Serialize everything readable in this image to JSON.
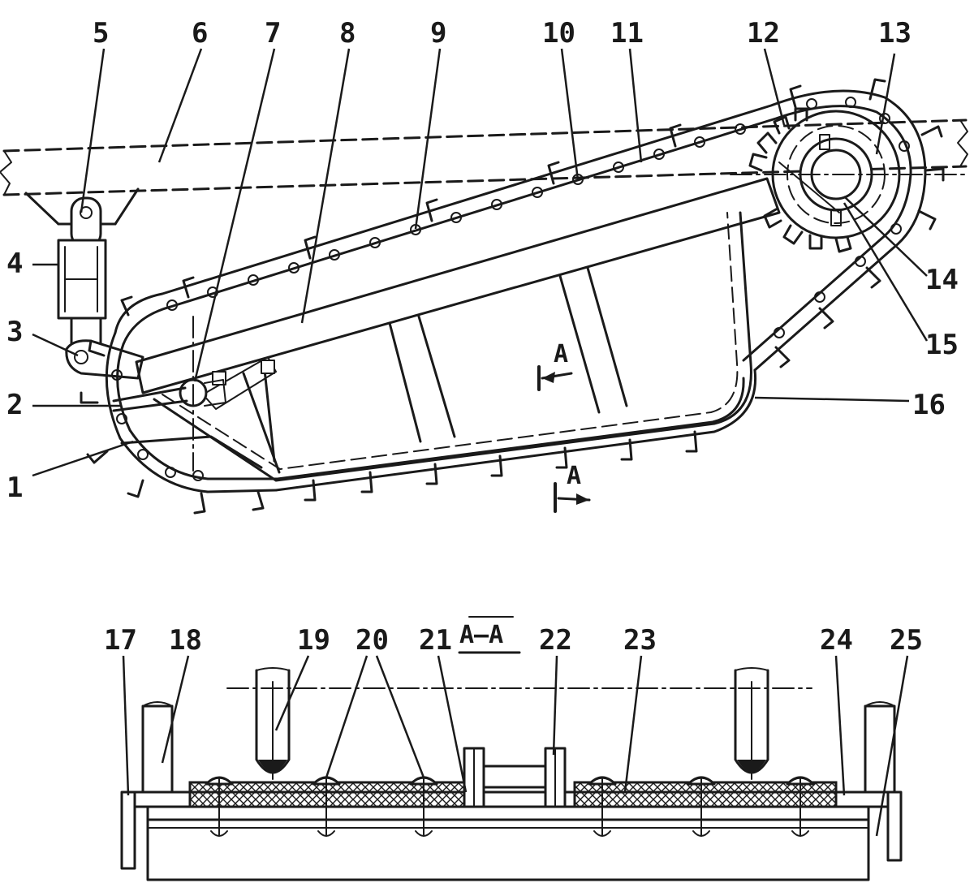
{
  "top_view": {
    "callouts": [
      "1",
      "2",
      "3",
      "4",
      "5",
      "6",
      "7",
      "8",
      "9",
      "10",
      "11",
      "12",
      "13",
      "14",
      "15",
      "16"
    ],
    "section_marker": "A"
  },
  "section_view": {
    "title": "A–A",
    "callouts": [
      "17",
      "18",
      "19",
      "20",
      "21",
      "22",
      "23",
      "24",
      "25"
    ]
  }
}
